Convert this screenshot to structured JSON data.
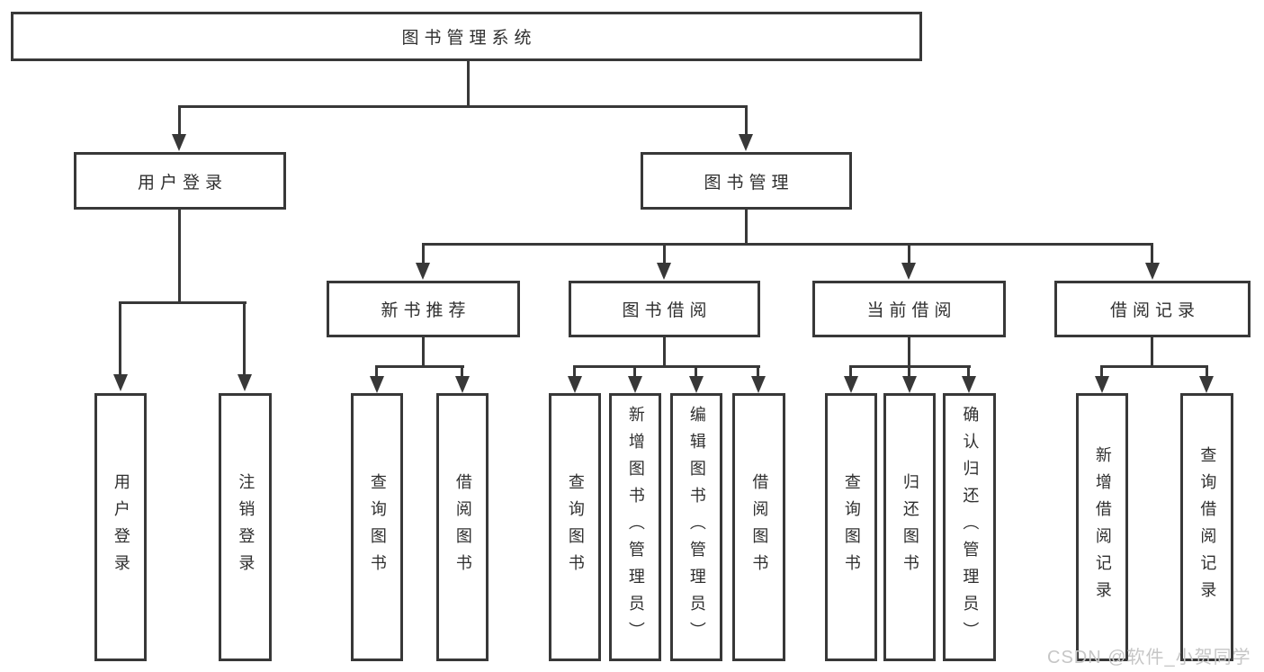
{
  "nodes": {
    "root": "图书管理系统",
    "level2": [
      "用户登录",
      "图书管理"
    ],
    "level3": [
      "新书推荐",
      "图书借阅",
      "当前借阅",
      "借阅记录"
    ],
    "user_login_children": [
      "用户登录",
      "注销登录"
    ],
    "new_book_children": [
      "查询图书",
      "借阅图书"
    ],
    "book_borrow_children": [
      "查询图书",
      "新增图书（管理员）",
      "编辑图书（管理员）",
      "借阅图书"
    ],
    "current_borrow_children": [
      "查询图书",
      "归还图书",
      "确认归还（管理员）"
    ],
    "borrow_record_children": [
      "新增借阅记录",
      "查询借阅记录"
    ]
  },
  "watermark": {
    "text": "CSDN @软件_小贺同学"
  },
  "colors": {
    "line": "#383838",
    "text": "#2f2f2f",
    "watermark": "#c6c6c6",
    "background": "#ffffff"
  }
}
